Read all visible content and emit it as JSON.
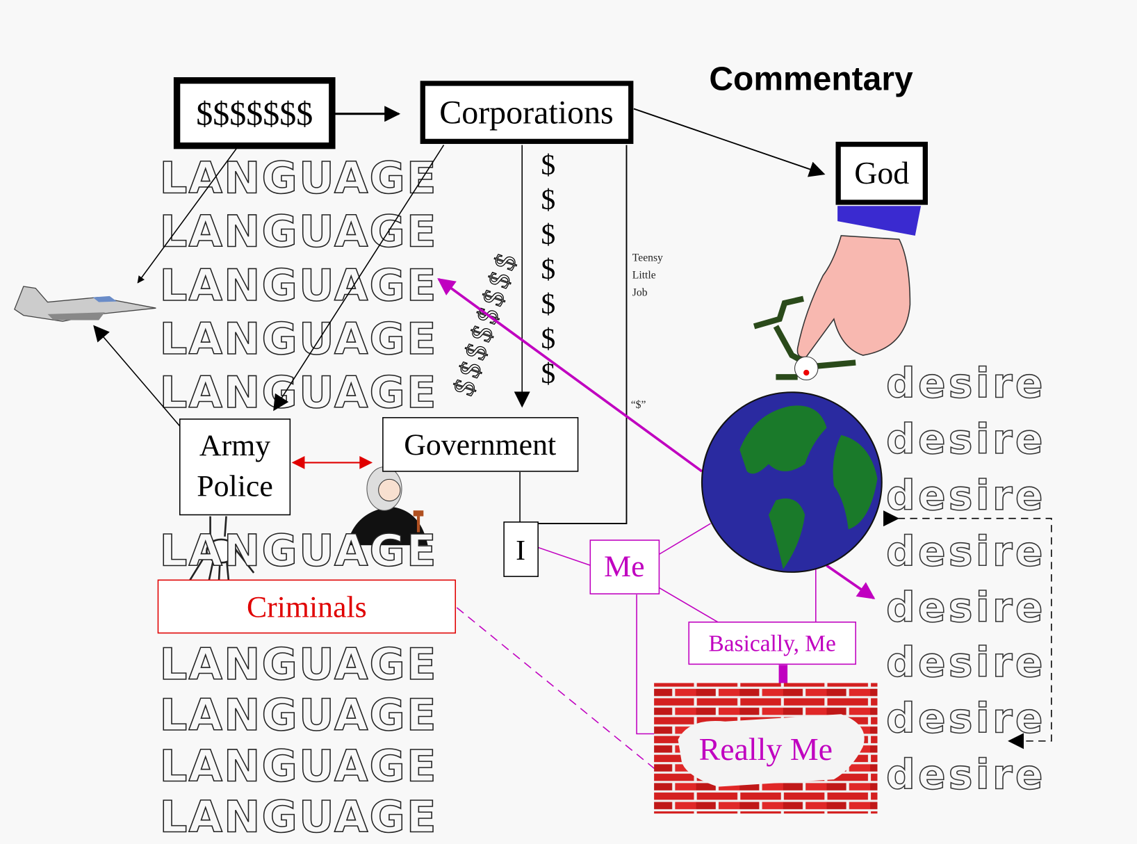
{
  "title": "Commentary",
  "nodes": {
    "money": "$$$$$$$",
    "corporations": "Corporations",
    "god": "God",
    "army_line1": "Army",
    "army_line2": "Police",
    "government": "Government",
    "criminals": "Criminals",
    "i": "I",
    "me": "Me",
    "basically_me": "Basically, Me",
    "really_me": "Really Me"
  },
  "labels": {
    "teensy_line1": "Teensy",
    "teensy_line2": "Little",
    "teensy_line3": "Job",
    "quoted_dollar": "“$”",
    "dollar": "$",
    "diagonal_dollars": "$$$$$$$$"
  },
  "background_words": {
    "language": "LANGUAGE",
    "desire": "desire"
  },
  "colors": {
    "magenta": "#c000c0",
    "red": "#e00000",
    "earth_ocean": "#2a2aa0",
    "earth_land": "#1a7a2a",
    "brick": "#d42020"
  },
  "images": [
    "fighter-jet",
    "judge-with-gavel",
    "skeleton-hand",
    "hand-of-god-holding-puppet",
    "earth-globe",
    "brick-wall"
  ]
}
